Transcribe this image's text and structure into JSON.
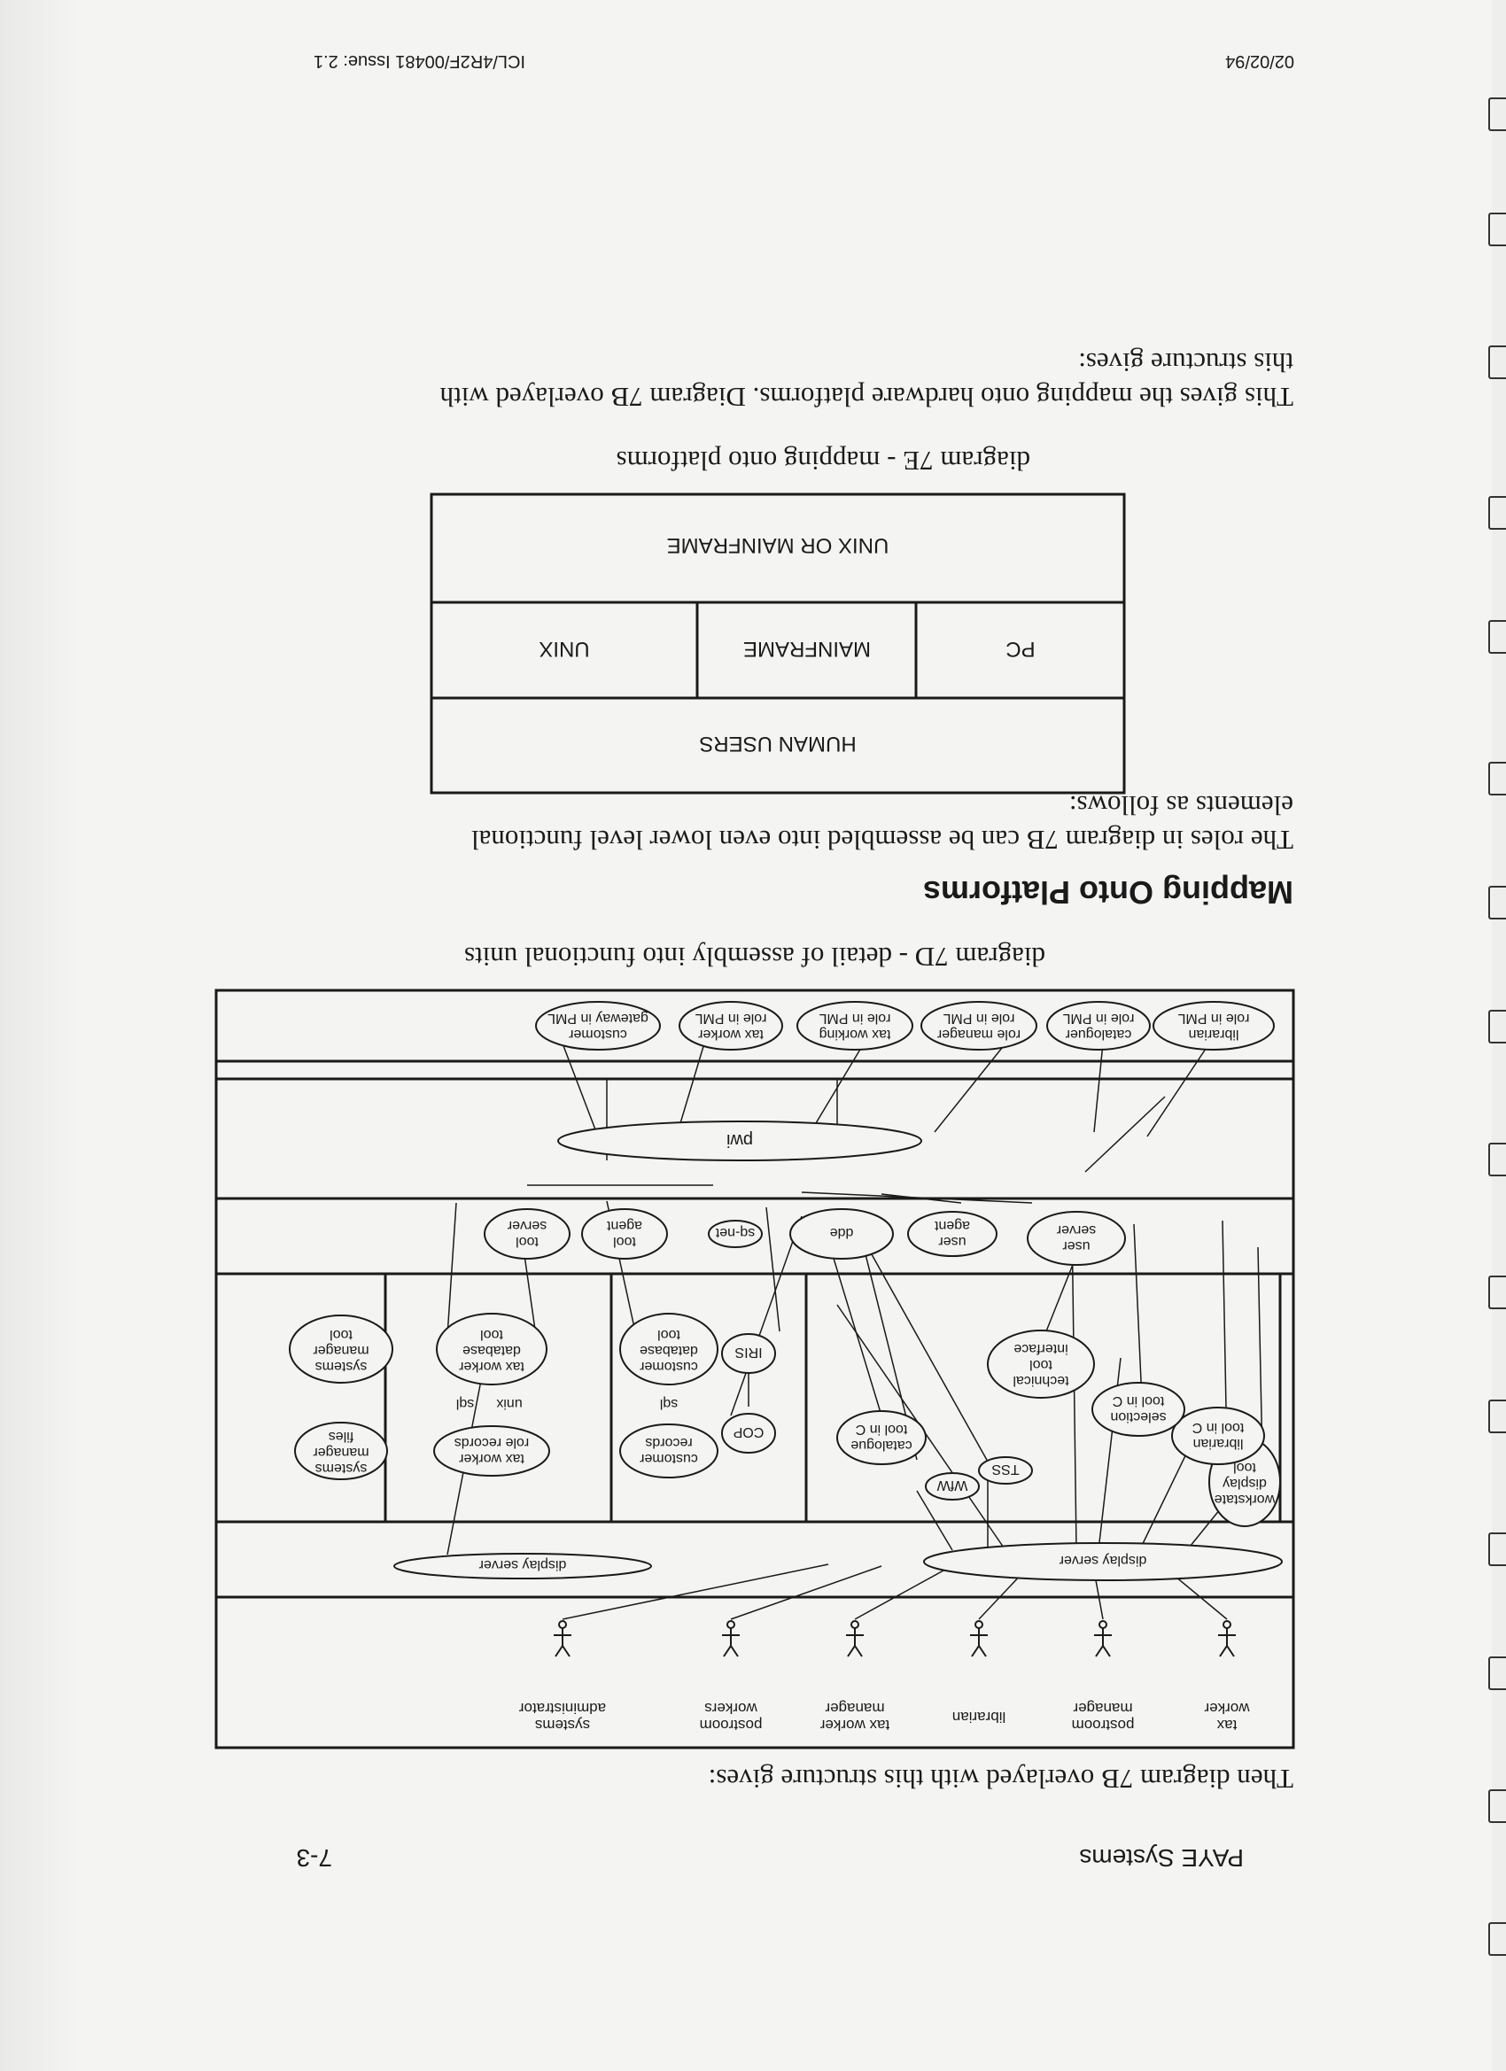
{
  "header": {
    "title": "PAYE Systems",
    "page_number": "7-3"
  },
  "intro_text": "Then diagram 7B overlayed with this structure gives:",
  "diagram_7d": {
    "actors": [
      [
        "tax",
        "worker"
      ],
      [
        "postroom",
        "manager"
      ],
      [
        "librarian"
      ],
      [
        "tax worker",
        "manager"
      ],
      [
        "postroom",
        "workers"
      ],
      [
        "systems",
        "administrator"
      ]
    ],
    "display_server_main": "display server",
    "display_server_secondary": "display server",
    "tools": {
      "workstate": [
        "workstate",
        "display",
        "tool"
      ],
      "librarian": [
        "librarian",
        "tool in C"
      ],
      "selection": [
        "selection",
        "tool in C"
      ],
      "technical": [
        "technical",
        "tool",
        "interface"
      ],
      "tss": [
        "TSS"
      ],
      "wfw": [
        "WfW"
      ],
      "catalogue": [
        "catalogue",
        "tool in C"
      ],
      "iris": [
        "IRIS"
      ],
      "cop": [
        "COP"
      ],
      "customer_db": [
        "customer",
        "database",
        "tool"
      ],
      "customer_records": [
        "customer",
        "records"
      ],
      "tax_worker_db": [
        "tax worker",
        "database",
        "tool"
      ],
      "tax_worker_records": [
        "tax worker",
        "role records"
      ],
      "sys_mgr_tool": [
        "systems",
        "manager",
        "tool"
      ],
      "sys_mgr_files": [
        "systems",
        "manager",
        "files"
      ]
    },
    "link_labels": {
      "sql_1": "sql",
      "unix": "unix",
      "sql_2": "sql"
    },
    "services": {
      "user_server": [
        "user",
        "server"
      ],
      "user_agent": [
        "user",
        "agent"
      ],
      "dde": [
        "dde"
      ],
      "sq_net": [
        "sq-net"
      ],
      "tool_agent": [
        "tool",
        "agent"
      ],
      "tool_server": [
        "tool",
        "server"
      ]
    },
    "pwi": "pwi",
    "pml_roles": [
      [
        "librarian",
        "role in PML"
      ],
      [
        "cataloguer",
        "role in PML"
      ],
      [
        "role manager",
        "role in PML"
      ],
      [
        "tax working",
        "role in PML"
      ],
      [
        "tax worker",
        "role in PML"
      ],
      [
        "customer",
        "gateway in PML"
      ]
    ]
  },
  "caption_7d": "diagram 7D - detail of assembly into functional units",
  "section_title": "Mapping Onto Platforms",
  "para_2": [
    "The roles in diagram 7B can be assembled into even lower level functional",
    "elements as follows:"
  ],
  "diagram_7e": {
    "top": "HUMAN USERS",
    "middle": [
      "PC",
      "MAINFRAME",
      "UNIX"
    ],
    "bottom": "UNIX OR MAINFRAME"
  },
  "caption_7e": "diagram 7E - mapping onto platforms",
  "para_3": [
    "This gives the mapping onto hardware platforms.  Diagram 7B overlayed with",
    "this structure gives:"
  ],
  "footer": {
    "date": "02/02/94",
    "reference": "ICL/4R2F/00481  Issue: 2.1"
  }
}
